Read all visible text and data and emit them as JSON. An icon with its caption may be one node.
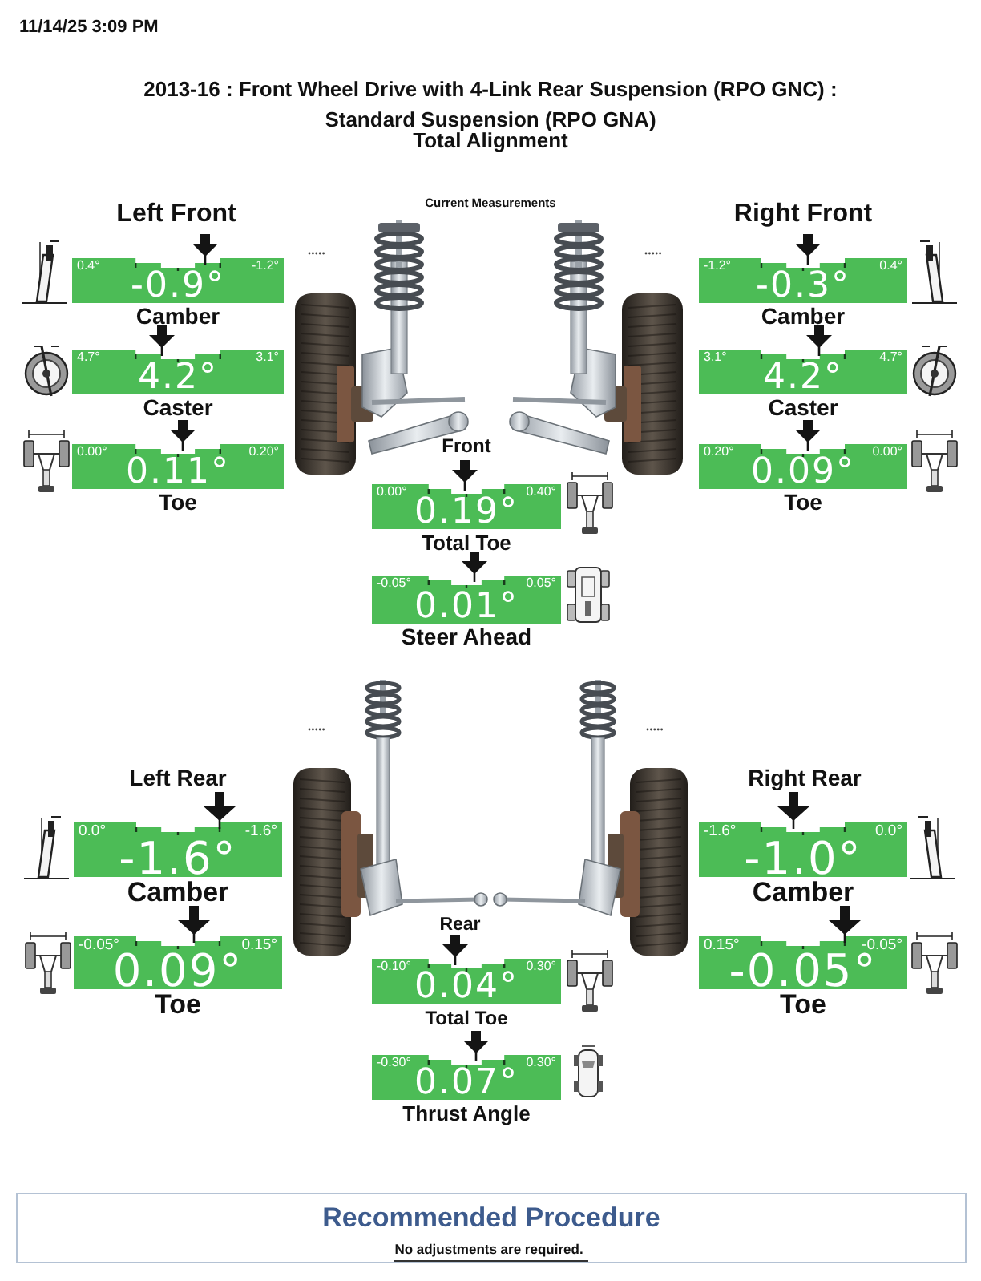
{
  "diagram": {
    "title": "2013-16 : Front Wheel Drive with 4-Link Rear Suspension (RPO GNC) : Standard Suspension (RPO GNA)",
    "nodes": [
      {
        "text": [
          "0.4°",
          "-0.9°",
          "-1.2°"
        ],
        "beside": [
          "Camber"
        ]
      },
      {
        "text": [
          "-1.2°",
          "-0.3°",
          "0.4°"
        ],
        "beside": [
          "Camber"
        ]
      },
      {
        "text": [
          "4.7°",
          "4.2°",
          "3.1°"
        ],
        "beside": [
          "Caster"
        ]
      },
      {
        "text": [
          "3.1°",
          "4.2°",
          "4.7°"
        ],
        "beside": [
          "Caster"
        ]
      },
      {
        "text": [
          "0.00°",
          "0.11°",
          "0.20°"
        ],
        "beside": [
          "Toe"
        ]
      },
      {
        "text": [
          "0.20°",
          "0.09°",
          "0.00°"
        ],
        "beside": [
          "Toe"
        ]
      },
      {
        "text": [
          "0.00°",
          "0.19°",
          "0.40°"
        ],
        "beside": [
          "Total Toe"
        ]
      },
      {
        "text": [
          "-0.05°",
          "0.01°",
          "0.05°"
        ],
        "beside": [
          "Steer Ahead"
        ]
      },
      {
        "text": [
          "0.0°",
          "-1.6°",
          "-1.6°"
        ],
        "beside": [
          "Camber"
        ]
      },
      {
        "text": [
          "-1.6°",
          "-1.0°",
          "0.0°"
        ],
        "beside": [
          "Camber"
        ]
      },
      {
        "text": [
          "-0.05°",
          "0.09°",
          "0.15°"
        ],
        "beside": [
          "Toe"
        ]
      },
      {
        "text": [
          "-0.10°",
          "0.04°",
          "0.30°"
        ],
        "beside": [
          "Total Toe"
        ]
      },
      {
        "text": [
          "0.15°",
          "-0.05°",
          "-0.05°"
        ],
        "beside": [
          "Toe"
        ]
      },
      {
        "text": [
          "-0.30°",
          "0.07°",
          "0.30°"
        ],
        "beside": [
          "Thrust Angle"
        ]
      },
      {
        "text": [
          "Recommended Procedure",
          "No adjustments are required."
        ]
      }
    ],
    "labels": [
      "11/14/25 3:09 PM",
      "Total Alignment",
      "Current Measurements",
      "Left Front",
      "Right Front",
      "Front",
      "Left Rear",
      "Right Rear",
      "Rear"
    ]
  }
}
